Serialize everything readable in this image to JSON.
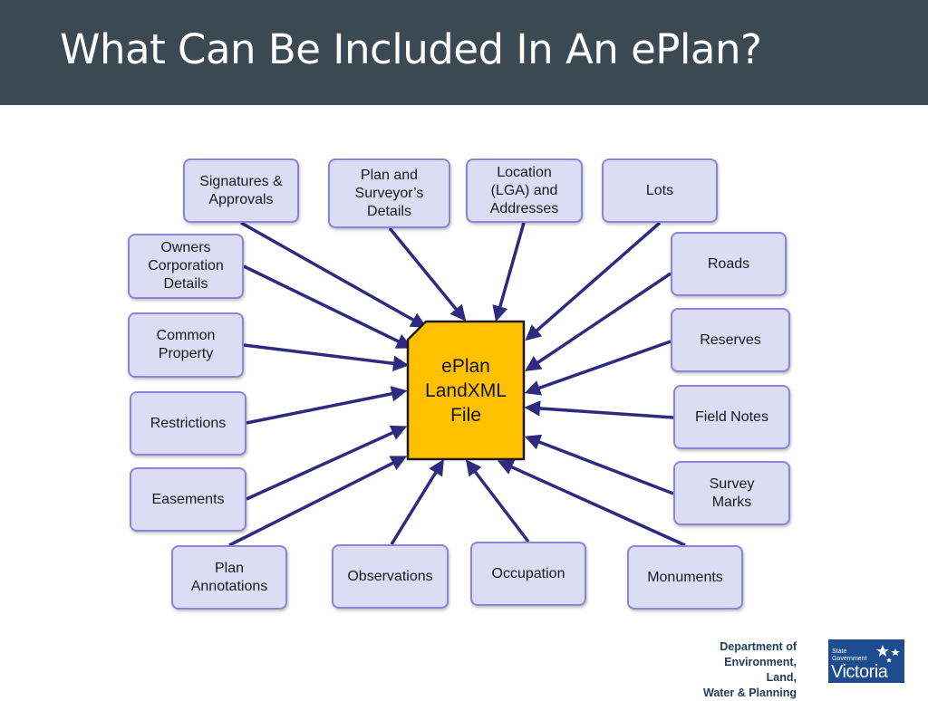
{
  "title": "What Can Be Included In An ePlan?",
  "colors": {
    "header_bg": "#3b4a52",
    "node_fill": "#dcdcf5",
    "node_border": "#8c84d8",
    "center_fill": "#ffc000",
    "arrow": "#2e2a80"
  },
  "center": {
    "label": "ePlan\nLandXML\nFile"
  },
  "nodes": [
    {
      "id": "signatures",
      "label": "Signatures &\nApprovals"
    },
    {
      "id": "plan-surveyor",
      "label": "Plan and\nSurveyor’s\nDetails"
    },
    {
      "id": "location",
      "label": "Location\n(LGA) and\nAddresses"
    },
    {
      "id": "lots",
      "label": "Lots"
    },
    {
      "id": "owners-corporation",
      "label": "Owners\nCorporation\nDetails"
    },
    {
      "id": "roads",
      "label": "Roads"
    },
    {
      "id": "common-property",
      "label": "Common\nProperty"
    },
    {
      "id": "reserves",
      "label": "Reserves"
    },
    {
      "id": "restrictions",
      "label": "Restrictions"
    },
    {
      "id": "field-notes",
      "label": "Field Notes"
    },
    {
      "id": "easements",
      "label": "Easements"
    },
    {
      "id": "survey-marks",
      "label": "Survey\nMarks"
    },
    {
      "id": "plan-annotations",
      "label": "Plan\nAnnotations"
    },
    {
      "id": "observations",
      "label": "Observations"
    },
    {
      "id": "occupation",
      "label": "Occupation"
    },
    {
      "id": "monuments",
      "label": "Monuments"
    }
  ],
  "logo": {
    "department": "Department of\nEnvironment, Land,\nWater & Planning",
    "state_government": "State\nGovernment",
    "victoria": "Victoria"
  }
}
